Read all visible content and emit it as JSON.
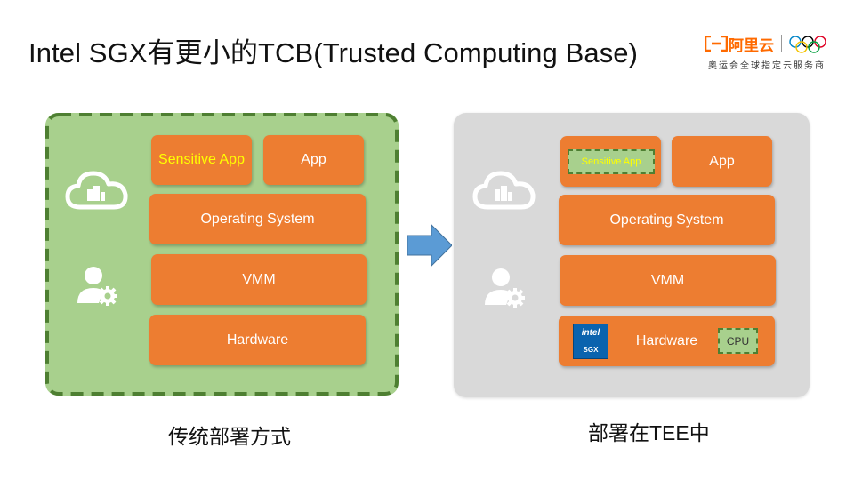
{
  "title": "Intel SGX有更小的TCB(Trusted Computing Base)",
  "logo": {
    "brand_text": "阿里云",
    "slogan": "奥运会全球指定云服务商"
  },
  "left_panel": {
    "boxes": {
      "sensitive_app": "Sensitive App",
      "app": "App",
      "os": "Operating System",
      "vmm": "VMM",
      "hardware": "Hardware"
    },
    "caption": "传统部署方式"
  },
  "right_panel": {
    "boxes": {
      "sensitive_app": "Sensitive App",
      "app": "App",
      "os": "Operating System",
      "vmm": "VMM",
      "hardware": "Hardware",
      "cpu": "CPU"
    },
    "sgx_badge": {
      "brand": "intel",
      "label": "SGX"
    },
    "caption": "部署在TEE中"
  },
  "icons": [
    "cloud-icon",
    "user-gear-icon",
    "arrow-right-icon",
    "intel-sgx-icon",
    "olympic-rings-icon"
  ],
  "colors": {
    "orange": "#ed7d31",
    "green_panel": "#a8d08d",
    "gray_panel": "#d9d9d9",
    "arrow_blue": "#5b9bd5",
    "sensitive_text": "#ffff00",
    "brand_orange": "#ff6a00"
  }
}
